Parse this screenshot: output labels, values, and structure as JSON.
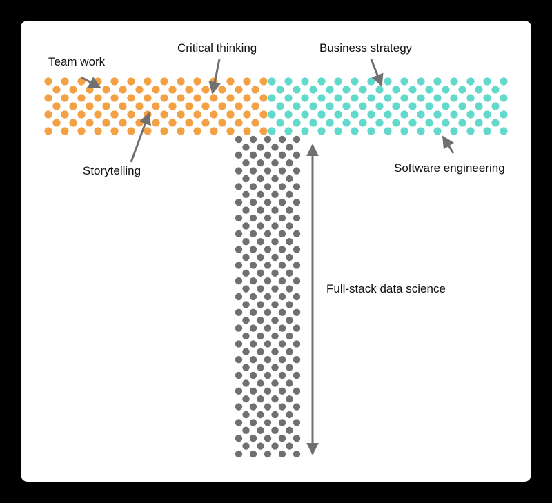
{
  "colors": {
    "background": "#000000",
    "card": "#ffffff",
    "orange_dots": "#F2A144",
    "teal_dots": "#62D9CB",
    "gray_dots": "#707070",
    "arrows": "#707070",
    "text": "#111111"
  },
  "labels": {
    "team_work": "Team work",
    "critical_thinking": "Critical thinking",
    "business_strategy": "Business strategy",
    "storytelling": "Storytelling",
    "software_engineering": "Software engineering",
    "full_stack": "Full-stack data science"
  }
}
